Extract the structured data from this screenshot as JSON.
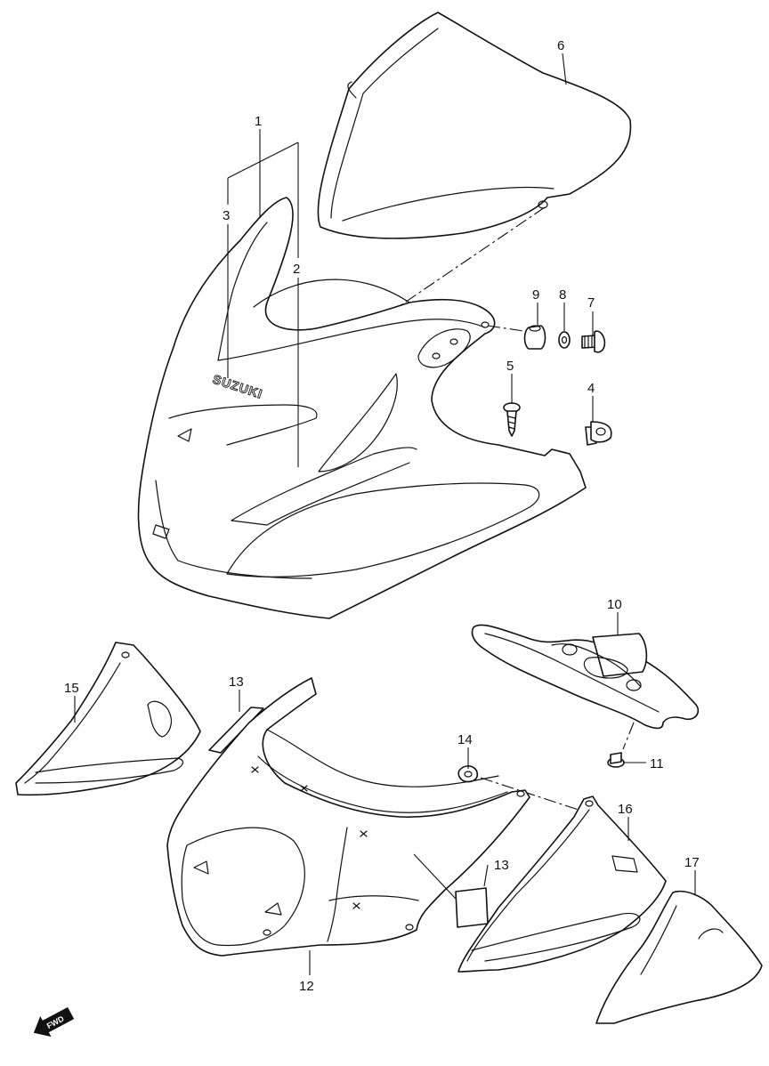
{
  "diagram": {
    "brand_logo": "SUZUKI",
    "direction_marker": "FWD",
    "callouts": [
      "1",
      "2",
      "3",
      "4",
      "5",
      "6",
      "7",
      "8",
      "9",
      "10",
      "11",
      "12",
      "13",
      "13",
      "14",
      "15",
      "16",
      "17"
    ]
  }
}
